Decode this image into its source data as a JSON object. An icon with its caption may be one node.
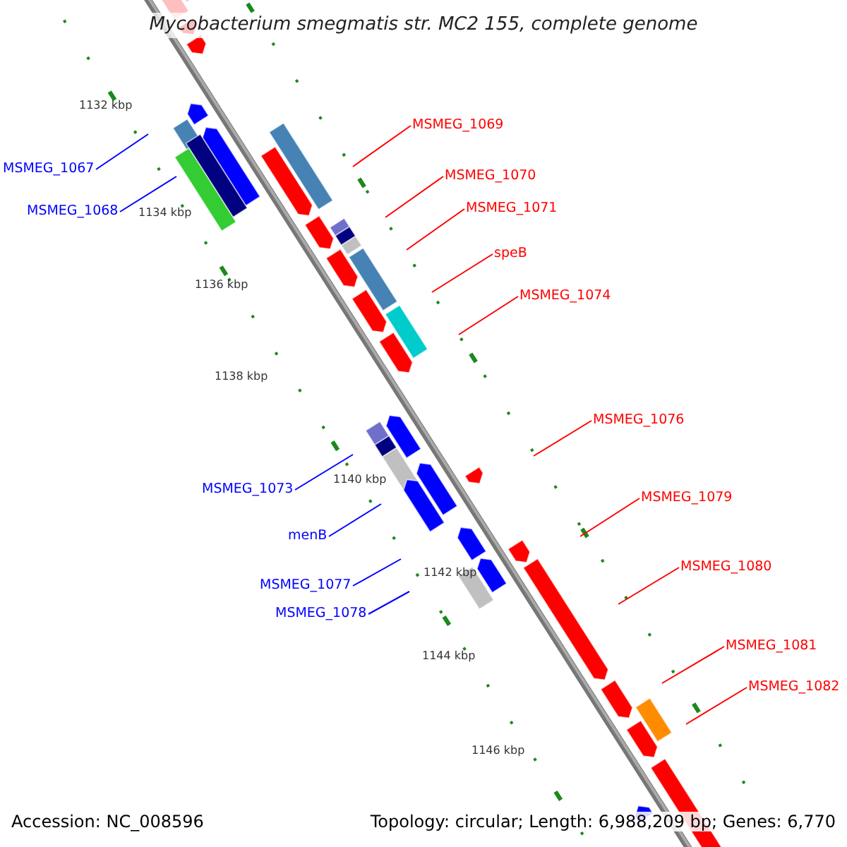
{
  "diagram": {
    "title": "Mycobacterium smegmatis str. MC2 155, complete genome",
    "nodes": [
      {
        "text": [
          "MSMEG_1069"
        ]
      },
      {
        "text": [
          "MSMEG_1067"
        ]
      },
      {
        "text": [
          "MSMEG_1070"
        ]
      },
      {
        "text": [
          "MSMEG_1071"
        ]
      },
      {
        "text": [
          "MSMEG_1068"
        ]
      },
      {
        "text": [
          "speB"
        ]
      },
      {
        "text": [
          "MSMEG_1074"
        ]
      },
      {
        "text": [
          "MSMEG_1076"
        ]
      },
      {
        "text": [
          "MSMEG_1073"
        ]
      },
      {
        "text": [
          "MSMEG_1079"
        ]
      },
      {
        "text": [
          "menB"
        ]
      },
      {
        "text": [
          "MSMEG_1080"
        ]
      },
      {
        "text": [
          "MSMEG_1077"
        ]
      },
      {
        "text": [
          "MSMEG_1078"
        ]
      },
      {
        "text": [
          "MSMEG_1081"
        ]
      },
      {
        "text": [
          "MSMEG_1082"
        ]
      }
    ],
    "edges": [
      {
        "from": 0,
        "to": null,
        "arrow": "none"
      },
      {
        "from": 1,
        "to": null,
        "arrow": "none",
        "color": "#0000ff"
      },
      {
        "from": 2,
        "to": null,
        "arrow": "none"
      },
      {
        "from": 3,
        "to": null,
        "arrow": "none"
      },
      {
        "from": 4,
        "to": null,
        "arrow": "none",
        "color": "#0000ff"
      },
      {
        "from": 5,
        "to": null,
        "arrow": "none"
      },
      {
        "from": 6,
        "to": null,
        "arrow": "none"
      },
      {
        "from": 7,
        "to": null,
        "arrow": "none"
      },
      {
        "from": 8,
        "to": null,
        "arrow": "none",
        "color": "#0000ff"
      },
      {
        "from": 9,
        "to": null,
        "arrow": "none"
      },
      {
        "from": 10,
        "to": null,
        "arrow": "none",
        "color": "#0000ff"
      },
      {
        "from": 11,
        "to": null,
        "arrow": "none"
      },
      {
        "from": 12,
        "to": null,
        "arrow": "none",
        "color": "#0000ff"
      },
      {
        "from": 13,
        "to": null,
        "arrow": "none",
        "color": "#0000ff"
      },
      {
        "from": 14,
        "to": null,
        "arrow": "none"
      },
      {
        "from": 15,
        "to": null,
        "arrow": "none"
      }
    ],
    "labels": [
      "1132 kbp",
      "1134 kbp",
      "1136 kbp",
      "1138 kbp",
      "1140 kbp",
      "1142 kbp",
      "1144 kbp",
      "1146 kbp",
      "Accession: NC_008596",
      "Topology: circular; Length: 6,988,209 bp; Genes: 6,770"
    ]
  }
}
